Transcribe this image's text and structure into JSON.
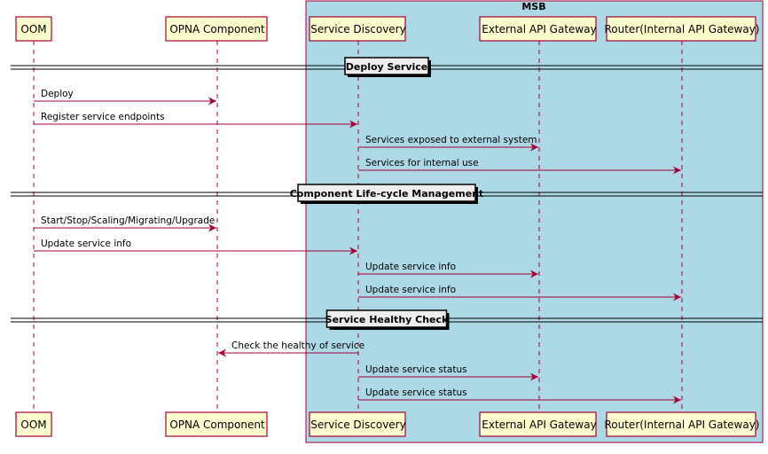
{
  "box": {
    "title": "MSB",
    "fill": "#ADD8E6",
    "border": "#A80036"
  },
  "colors": {
    "participant_fill": "#FEFECE",
    "border": "#A80036",
    "arrow": "#A80036",
    "separator_fill": "#EEEEEE"
  },
  "participants": [
    {
      "label": "OOM"
    },
    {
      "label": "OPNA Component"
    },
    {
      "label": "Service Discovery"
    },
    {
      "label": "External API Gateway"
    },
    {
      "label": "Router(Internal API Gateway)"
    }
  ],
  "sections": [
    {
      "title": "Deploy Service",
      "messages": [
        {
          "from": 0,
          "to": 1,
          "text": "Deploy"
        },
        {
          "from": 0,
          "to": 2,
          "text": "Register service endpoints"
        },
        {
          "from": 2,
          "to": 3,
          "text": "Services exposed to external system"
        },
        {
          "from": 2,
          "to": 4,
          "text": "Services for internal use"
        }
      ]
    },
    {
      "title": "Component Life-cycle Management",
      "messages": [
        {
          "from": 0,
          "to": 1,
          "text": "Start/Stop/Scaling/Migrating/Upgrade"
        },
        {
          "from": 0,
          "to": 2,
          "text": "Update service info"
        },
        {
          "from": 2,
          "to": 3,
          "text": "Update service info"
        },
        {
          "from": 2,
          "to": 4,
          "text": "Update service info"
        }
      ]
    },
    {
      "title": "Service Healthy Check",
      "messages": [
        {
          "from": 2,
          "to": 1,
          "text": "Check the healthy of service"
        },
        {
          "from": 2,
          "to": 3,
          "text": "Update service status"
        },
        {
          "from": 2,
          "to": 4,
          "text": "Update service status"
        }
      ]
    }
  ]
}
